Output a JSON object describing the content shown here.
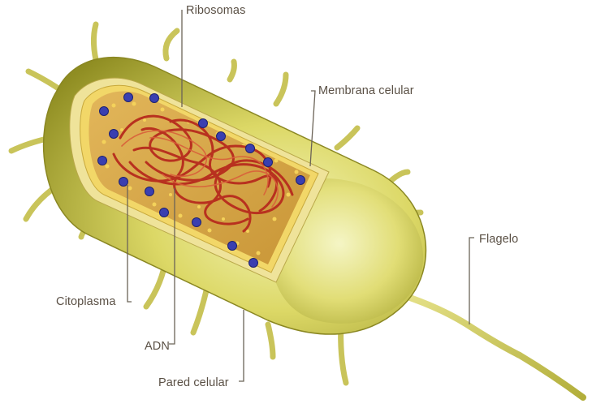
{
  "labels": {
    "ribosomas": "Ribosomas",
    "membrana": "Membrana celular",
    "flagelo": "Flagelo",
    "citoplasma": "Citoplasma",
    "adn": "ADN",
    "pared": "Pared celular"
  },
  "colors": {
    "body_light": "#eef0a6",
    "body_mid": "#d6d35c",
    "body_dark": "#9c9a2c",
    "cytoplasm": "#d7a84a",
    "membrane_band": "#f0d76a",
    "dna": "#b8311f",
    "ribosome": "#3a3fb0",
    "leader_line": "#6b6357",
    "label_text": "#5a5045"
  }
}
